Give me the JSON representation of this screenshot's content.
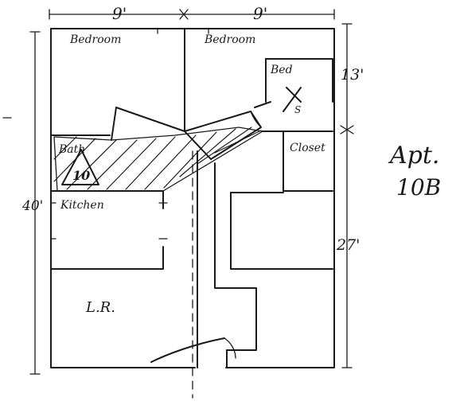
{
  "dimensions": {
    "top_left": "9'",
    "top_right": "9'",
    "right_upper": "13'",
    "right_lower": "27'",
    "left": "40'"
  },
  "rooms": {
    "bedroom_left": "Bedroom",
    "bedroom_right": "Bedroom",
    "bed": "Bed",
    "closet": "Closet",
    "bath": "Bath",
    "kitchen": "Kitchen",
    "living_room": "L.R."
  },
  "markers": {
    "triangle_number": "10",
    "x_mark": "X",
    "x_subscript": "S"
  },
  "apartment": {
    "line1": "Apt.",
    "line2": "10B"
  }
}
